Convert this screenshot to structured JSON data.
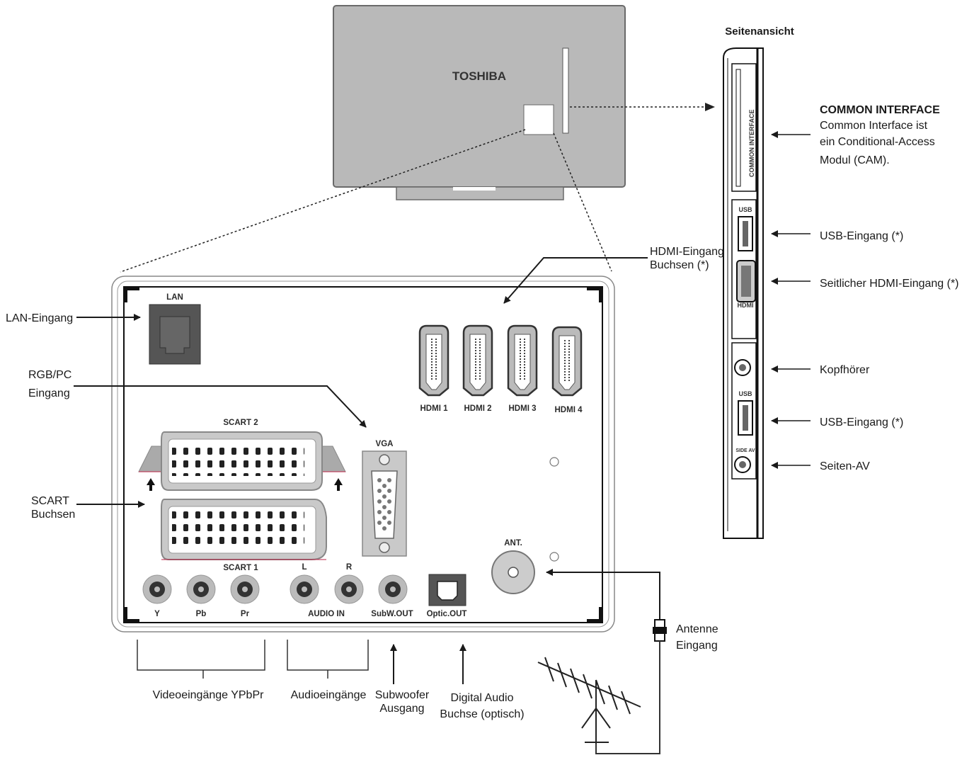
{
  "tv": {
    "brand": "TOSHIBA"
  },
  "side_view": {
    "title": "Seitenansicht",
    "slot_text": "COMMON INTERFACE",
    "usb_top_label": "USB",
    "hdmi_label": "HDMI",
    "usb_bottom_label": "USB",
    "av_label": "SIDE AV"
  },
  "side_labels": {
    "common_interface_title": "COMMON  INTERFACE",
    "common_interface_line1": "Common Interface ist",
    "common_interface_line2": "ein Conditional-Access",
    "common_interface_line3": "Modul (CAM).",
    "usb1": "USB-Eingang (*)",
    "side_hdmi": "Seitlicher HDMI-Eingang (*)",
    "headphone": "Kopfhörer",
    "usb2": "USB-Eingang (*)",
    "side_av": "Seiten-AV"
  },
  "panel": {
    "lan": "LAN",
    "scart2": "SCART 2",
    "scart1": "SCART 1",
    "vga": "VGA",
    "hdmi": [
      "HDMI 1",
      "HDMI 2",
      "HDMI 3",
      "HDMI 4"
    ],
    "ant": "ANT.",
    "rca_y": "Y",
    "rca_pb": "Pb",
    "rca_pr": "Pr",
    "audio_l": "L",
    "audio_r": "R",
    "audio_in": "AUDIO IN",
    "subw_out": "SubW.OUT",
    "optic_out": "Optic.OUT"
  },
  "callouts": {
    "lan_in": "LAN-Eingang",
    "rgb_line1": "RGB/PC",
    "rgb_line2": "Eingang",
    "scart_line1": "SCART",
    "scart_line2": "Buchsen",
    "hdmi_line1": "HDMI-Eingang",
    "hdmi_line2": "Buchsen (*)",
    "antenna_line1": "Antenne",
    "antenna_line2": "Eingang",
    "video_in": "Videoeingänge YPbPr",
    "audio_in": "Audioeingänge",
    "sub_line1": "Subwoofer",
    "sub_line2": "Ausgang",
    "digital_line1": "Digital Audio",
    "digital_line2": "Buchse (optisch)"
  }
}
